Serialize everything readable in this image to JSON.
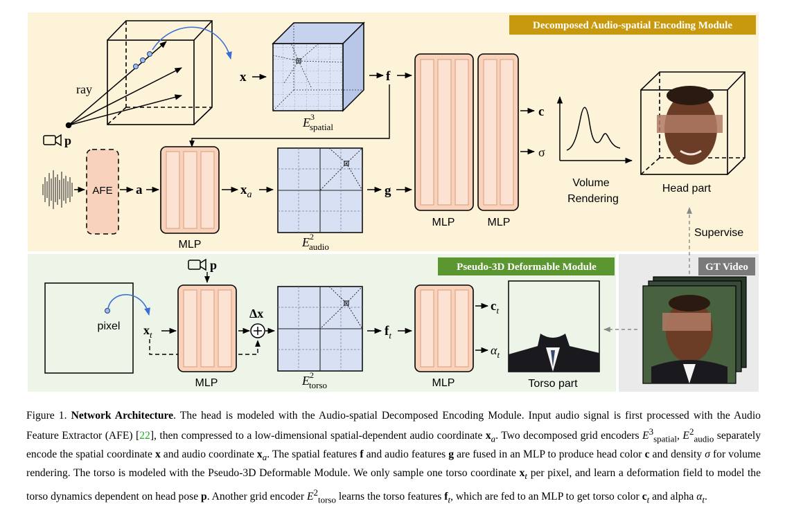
{
  "head_module": {
    "title": "Decomposed Audio-spatial Encoding Module"
  },
  "torso_module": {
    "title": "Pseudo-3D Deformable Module"
  },
  "gt_video": {
    "title": "GT Video"
  },
  "labels": {
    "ray": "ray",
    "camera_p": "p",
    "x": "x",
    "f": "f",
    "g": "g",
    "a": "a",
    "afe": "AFE",
    "xa_main": "x",
    "xa_sub": "a",
    "e_spatial_main": "E",
    "e_spatial_sup": "3",
    "e_spatial_sub": "spatial",
    "e_audio_main": "E",
    "e_audio_sup": "2",
    "e_audio_sub": "audio",
    "e_torso_main": "E",
    "e_torso_sup": "2",
    "e_torso_sub": "torso",
    "mlp": "MLP",
    "c": "c",
    "sigma": "σ",
    "volume_rendering_1": "Volume",
    "volume_rendering_2": "Rendering",
    "head_part": "Head part",
    "supervise": "Supervise",
    "pixel": "pixel",
    "xt_main": "x",
    "xt_sub": "t",
    "delta_x": "Δx",
    "ft_main": "f",
    "ft_sub": "t",
    "ct_main": "c",
    "ct_sub": "t",
    "alpha_main": "α",
    "alpha_sub": "t",
    "torso_part": "Torso part"
  },
  "caption": {
    "fig_label": "Figure 1.",
    "title": "Network Architecture",
    "t1": ". The head is modeled with the Audio-spatial Decomposed Encoding Module. Input audio signal is first processed with the Audio Feature Extractor (AFE) [",
    "ref": "22",
    "t2": "], then compressed to a low-dimensional spatial-dependent audio coordinate ",
    "t3": ". Two decomposed grid encoders ",
    "t4": " separately encode the spatial coordinate ",
    "t5": " and audio coordinate ",
    "t6": ". The spatial features ",
    "t7": " and audio features ",
    "t8": " are fused in an MLP to produce head color ",
    "t9": " and density ",
    "t10": " for volume rendering. The torso is modeled with the Pseudo-3D Deformable Module. We only sample one torso coordinate ",
    "t11": " per pixel, and learn a deformation field to model the torso dynamics dependent on head pose ",
    "t12": ". Another grid encoder ",
    "t13": " learns the torso features ",
    "t14": ", which are fed to an MLP to get torso color ",
    "t15": " and alpha ",
    "t16": "."
  },
  "colors": {
    "head_bg": "#fdf3d9",
    "torso_bg": "#edf4e8",
    "gt_bg": "#eaeaea",
    "head_banner": "#c8990f",
    "torso_banner": "#5b9630",
    "gt_banner": "#7a7a7a",
    "mlp_fill": "#f8d2bb",
    "mlp_stroke": "#1a1a1a",
    "grid_fill": "#d8e0f4",
    "blue_arrow": "#3a6fd8"
  }
}
